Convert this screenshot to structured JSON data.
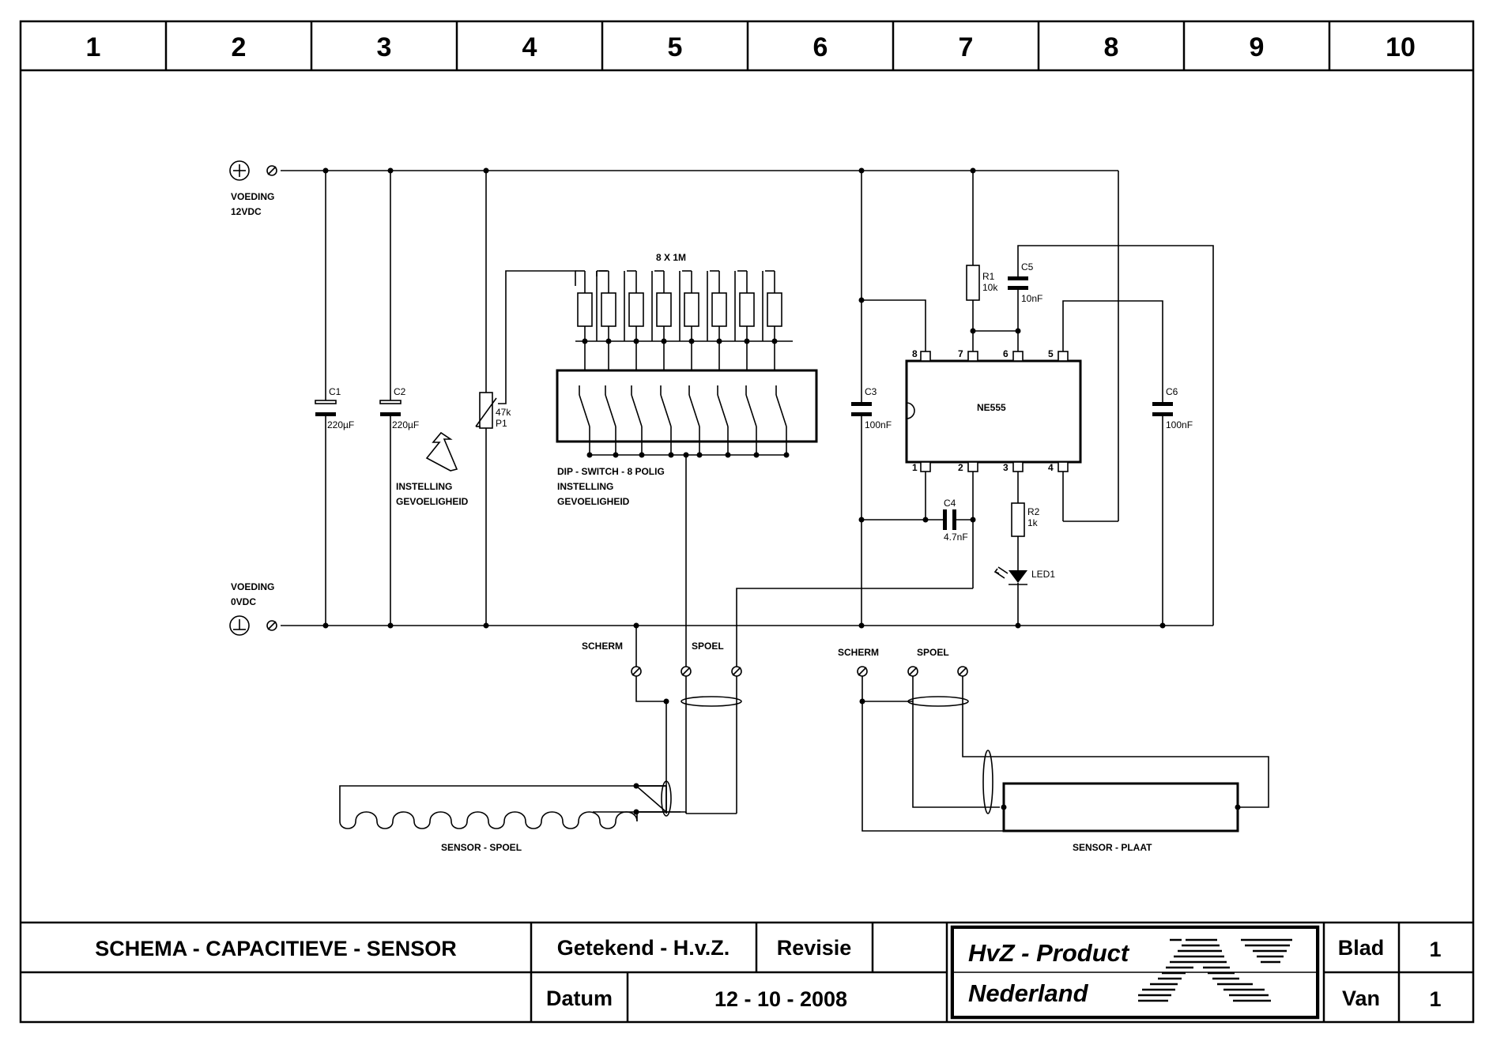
{
  "grid_columns": [
    "1",
    "2",
    "3",
    "4",
    "5",
    "6",
    "7",
    "8",
    "9",
    "10"
  ],
  "supply": {
    "plus_label": "VOEDING",
    "plus_voltage": "12VDC",
    "ground_label": "VOEDING",
    "ground_voltage": "0VDC"
  },
  "components": {
    "c1": {
      "name": "C1",
      "value": "220µF"
    },
    "c2": {
      "name": "C2",
      "value": "220µF"
    },
    "p1": {
      "name": "P1",
      "value": "47k"
    },
    "c3": {
      "name": "C3",
      "value": "100nF"
    },
    "r1": {
      "name": "R1",
      "value": "10k"
    },
    "c5": {
      "name": "C5",
      "value": "10nF"
    },
    "c6": {
      "name": "C6",
      "value": "100nF"
    },
    "c4": {
      "name": "C4",
      "value": "4.7nF"
    },
    "r2": {
      "name": "R2",
      "value": "1k"
    },
    "led1": {
      "name": "LED1"
    },
    "ic": {
      "name": "NE555",
      "pins_top": [
        "8",
        "7",
        "6",
        "5"
      ],
      "pins_bottom": [
        "1",
        "2",
        "3",
        "4"
      ]
    },
    "resistor_array": {
      "label": "8 X 1M"
    },
    "dip_switch": {
      "line1": "DIP - SWITCH - 8 POLIG",
      "line2": "INSTELLING",
      "line3": "GEVOELIGHEID"
    }
  },
  "adjust_note": {
    "line1": "INSTELLING",
    "line2": "GEVOELIGHEID"
  },
  "connectors_left": {
    "scherm": "SCHERM",
    "spoel": "SPOEL"
  },
  "connectors_right": {
    "scherm": "SCHERM",
    "spoel": "SPOEL"
  },
  "sensor_coil_label": "SENSOR - SPOEL",
  "sensor_plate_label": "SENSOR - PLAAT",
  "title_block": {
    "title": "SCHEMA - CAPACITIEVE - SENSOR",
    "drawn": "Getekend - H.v.Z.",
    "revision_label": "Revisie",
    "date_label": "Datum",
    "date": "12 - 10 - 2008",
    "company_line1": "HvZ - Product",
    "company_line2": "Nederland",
    "sheet_label": "Blad",
    "sheet": "1",
    "of_label": "Van",
    "of": "1"
  }
}
